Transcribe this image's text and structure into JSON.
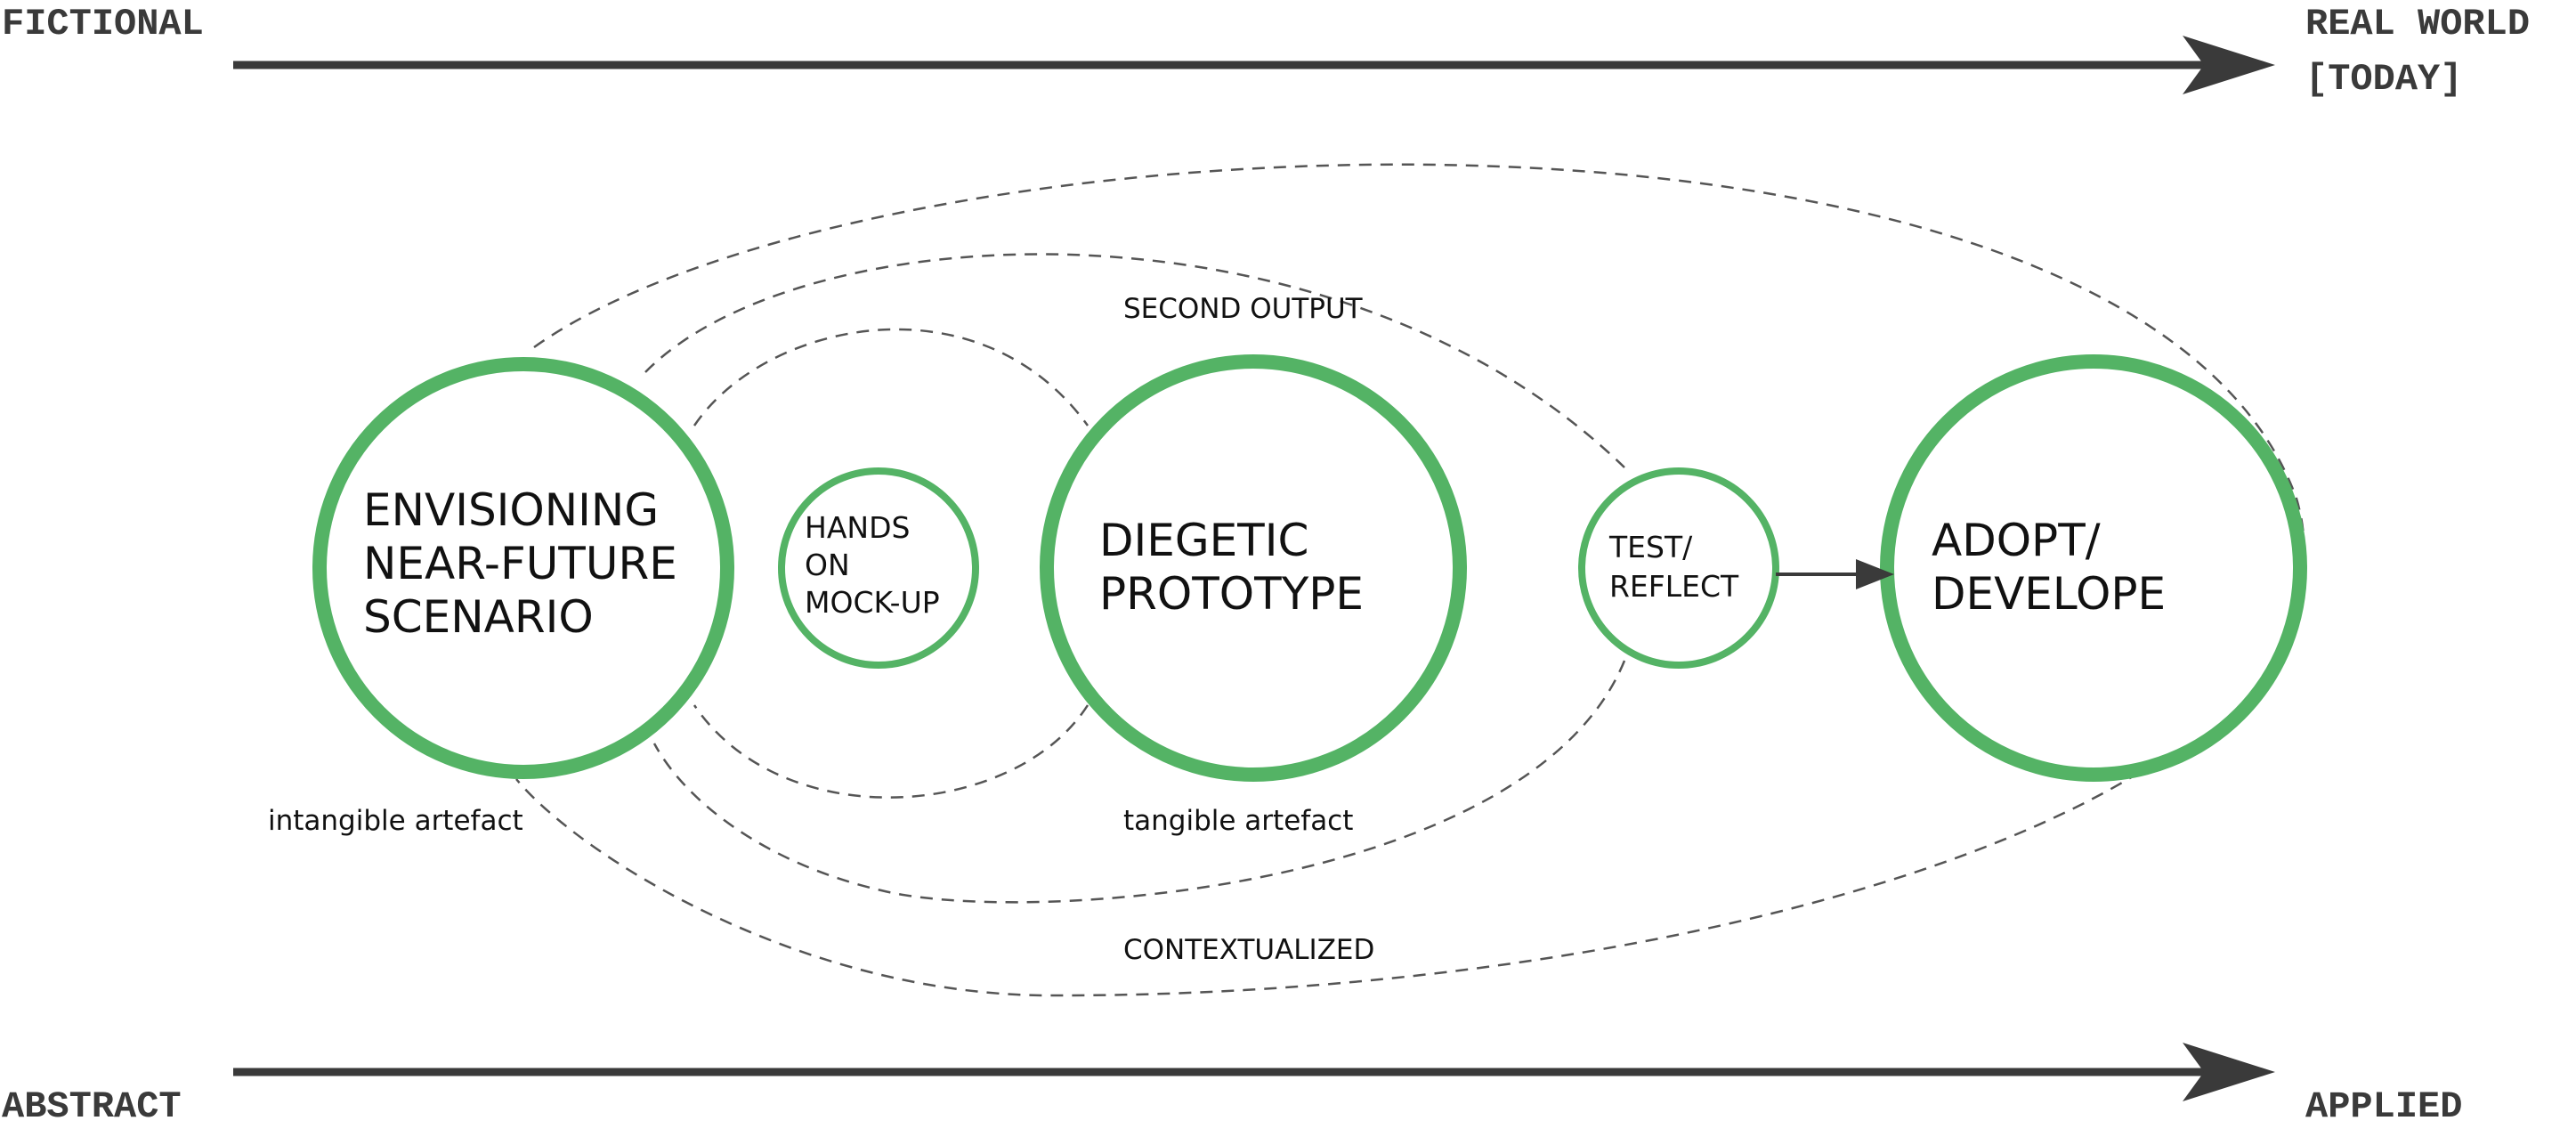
{
  "axis_top": {
    "left_label": "FICTIONAL",
    "right_label_line1": "REAL WORLD",
    "right_label_line2": "[TODAY]"
  },
  "axis_bottom": {
    "left_label": "ABSTRACT",
    "right_label": "APPLIED"
  },
  "nodes": {
    "envisioning": [
      "ENVISIONING",
      "NEAR-FUTURE",
      "SCENARIO"
    ],
    "hands_on": [
      "HANDS",
      "ON",
      "MOCK-UP"
    ],
    "diegetic": [
      "DIEGETIC",
      "PROTOTYPE"
    ],
    "test_reflect": [
      "TEST/",
      "REFLECT"
    ],
    "adopt": [
      "ADOPT/",
      "DEVELOPE"
    ]
  },
  "labels": {
    "second_output": "SECOND OUTPUT",
    "intangible": "intangible artefact",
    "tangible": "tangible artefact",
    "contextualized": "CONTEXTUALIZED"
  },
  "colors": {
    "circle_stroke": "#54b365",
    "axis": "#3a3a3a",
    "dashed": "#555555",
    "text": "#111111"
  }
}
